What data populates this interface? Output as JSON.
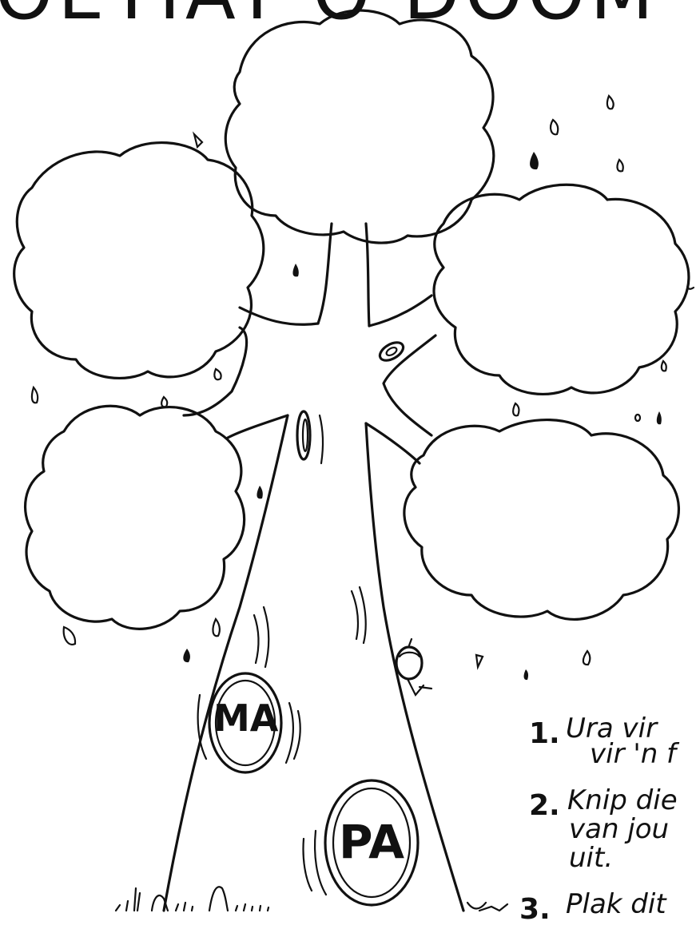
{
  "title": "OETIAT O  DOOM",
  "tree": {
    "mother_label": "MA",
    "father_label": "PA"
  },
  "instructions": [
    {
      "number": "1.",
      "lines": [
        "Ura vir",
        "vir 'n f"
      ]
    },
    {
      "number": "2.",
      "lines": [
        "Knip die",
        "van jou",
        "uit."
      ]
    },
    {
      "number": "3.",
      "lines": [
        "Plak dit"
      ]
    }
  ],
  "colors": {
    "ink": "#111111",
    "paper": "#ffffff"
  }
}
